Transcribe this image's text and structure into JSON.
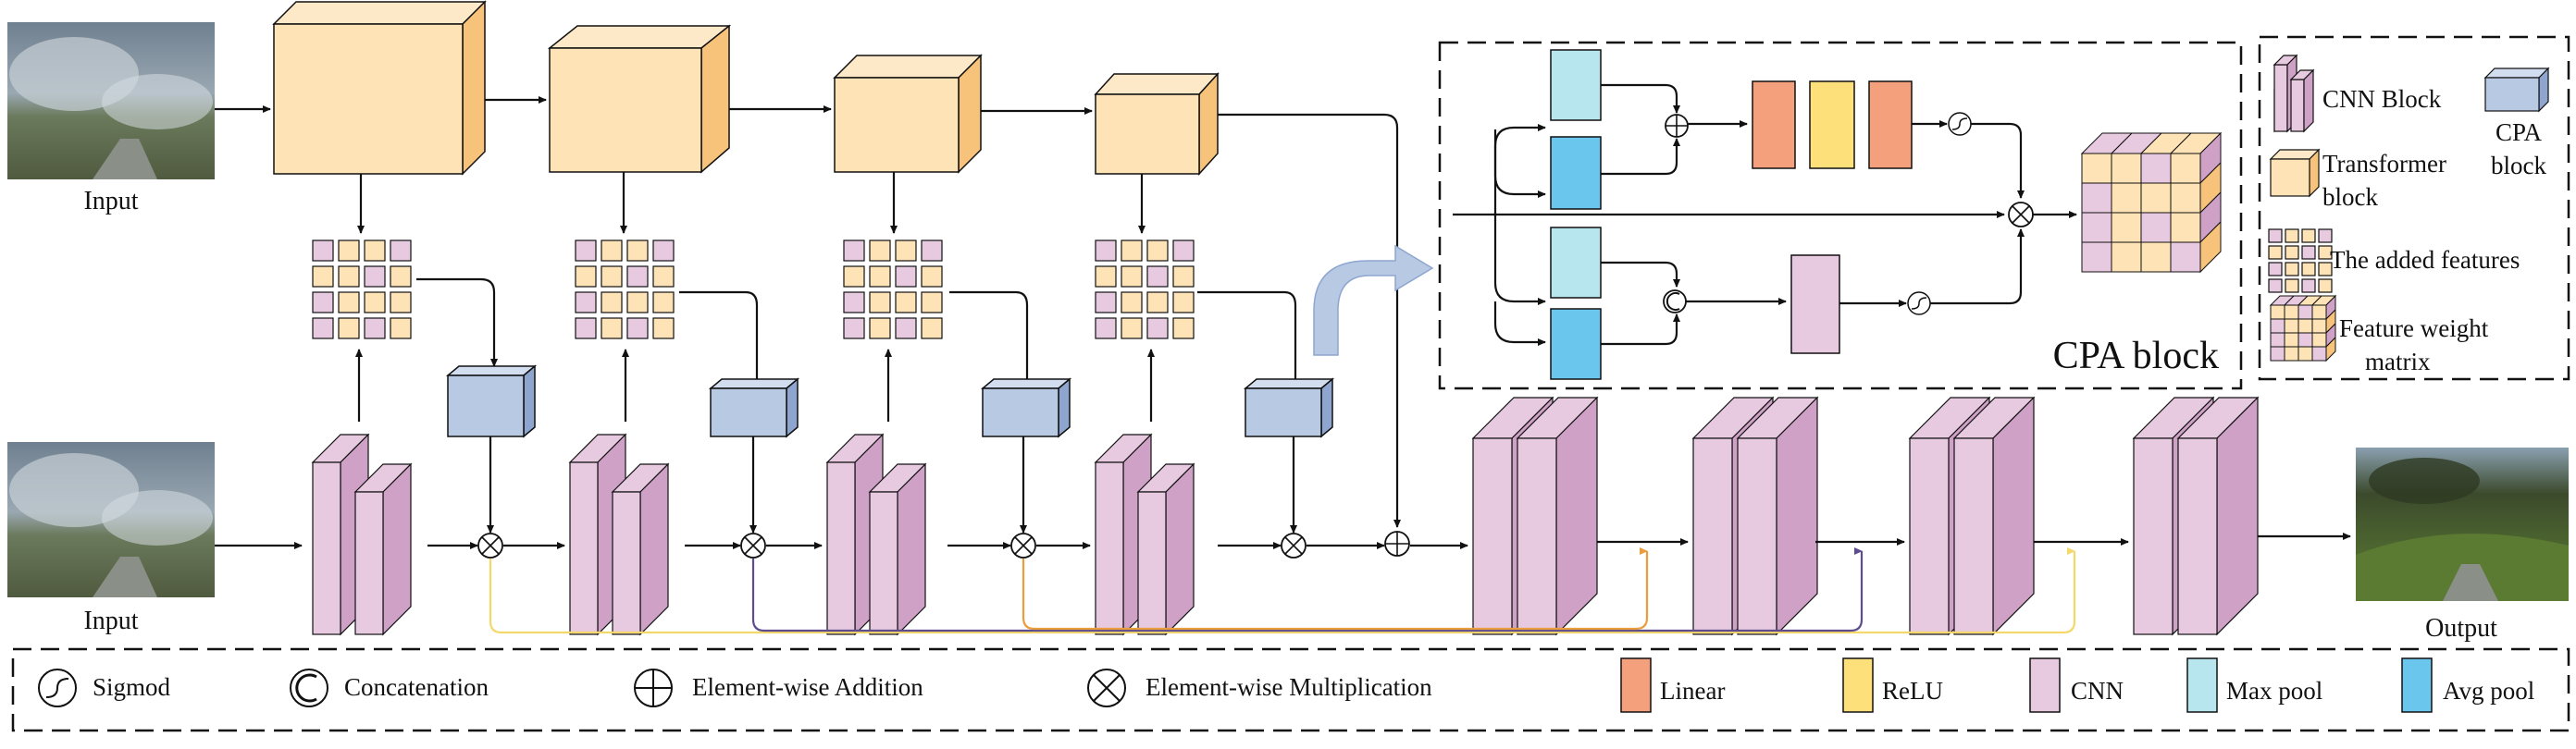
{
  "labels": {
    "input_top": "Input",
    "input_bottom": "Input",
    "output": "Output",
    "cpa_title": "CPA block"
  },
  "side_legend": {
    "cnn_block": "CNN Block",
    "cpa_block_line1": "CPA",
    "cpa_block_line2": "block",
    "transformer_line1": "Transformer",
    "transformer_line2": "block",
    "added_features": "The added features",
    "fwm_line1": "Feature weight",
    "fwm_line2": "matrix"
  },
  "bottom_legend": {
    "sigmoid": "Sigmod",
    "concat": "Concatenation",
    "add": "Element-wise Addition",
    "mult": "Element-wise Multiplication",
    "linear": "Linear",
    "relu": "ReLU",
    "cnn": "CNN",
    "maxpool": "Max pool",
    "avgpool": "Avg pool"
  },
  "colors": {
    "transformer": "#fde3b5",
    "transformer_side": "#f7c27a",
    "cnn": "#e7c9e0",
    "cnn_side": "#cfa1c6",
    "cpa": "#b8c9e4",
    "cpa_side": "#8ea6cf",
    "linear": "#f4a07c",
    "relu": "#fde07a",
    "maxpool": "#b8e6ee",
    "avgpool": "#6bc6ee",
    "skip_yellow": "#f5d86c",
    "skip_purple": "#5d4d8e",
    "skip_orange": "#e99d3d",
    "big_arrow": "#b8c9e4"
  }
}
